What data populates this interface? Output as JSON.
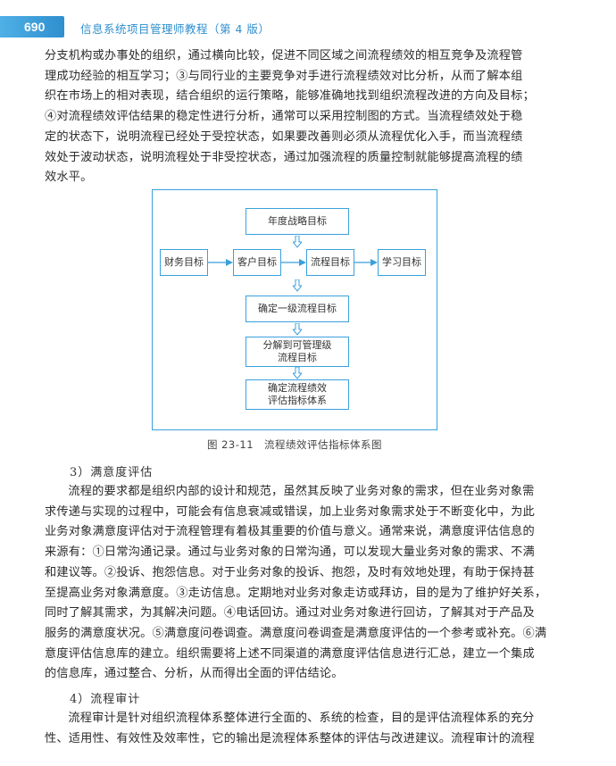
{
  "header": {
    "page_number": "690",
    "book_title": "信息系统项目管理师教程（第 4 版）"
  },
  "paragraph1": {
    "lines": [
      "分支机构或办事处的组织，通过横向比较，促进不同区域之间流程绩效的相互竞争及流程管",
      "理成功经验的相互学习；③与同行业的主要竞争对手进行流程绩效对比分析，从而了解本组",
      "织在市场上的相对表现，结合组织的运行策略，能够准确地找到组织流程改进的方向及目标；",
      "④对流程绩效评估结果的稳定性进行分析，通常可以采用控制图的方式。当流程绩效处于稳",
      "定的状态下，说明流程已经处于受控状态，如果要改善则必须从流程优化入手，而当流程绩",
      "效处于波动状态，说明流程处于非受控状态，通过加强流程的质量控制就能够提高流程的绩",
      "效水平。"
    ]
  },
  "figure": {
    "boxes": {
      "annual": "年度战略目标",
      "finance": "财务目标",
      "customer": "客户目标",
      "process": "流程目标",
      "learning": "学习目标",
      "level1": "确定一级流程目标",
      "decompose_1": "分解到可管理级",
      "decompose_2": "流程目标",
      "indicator_1": "确定流程绩效",
      "indicator_2": "评估指标体系"
    },
    "caption": "图 23-11　流程绩效评估指标体系图"
  },
  "section3": {
    "heading": "3）满意度评估",
    "lines": [
      "流程的要求都是组织内部的设计和规范，虽然其反映了业务对象的需求，但在业务对象需",
      "求传递与实现的过程中，可能会有信息衰减或错误，加上业务对象需求处于不断变化中，为此",
      "业务对象满意度评估对于流程管理有着极其重要的价值与意义。通常来说，满意度评估信息的",
      "来源有：①日常沟通记录。通过与业务对象的日常沟通，可以发现大量业务对象的需求、不满",
      "和建议等。②投诉、抱怨信息。对于业务对象的投诉、抱怨，及时有效地处理，有助于保持甚",
      "至提高业务对象满意度。③走访信息。定期地对业务对象走访或拜访，目的是为了维护好关系，",
      "同时了解其需求，为其解决问题。④电话回访。通过对业务对象进行回访，了解其对于产品及",
      "服务的满意度状况。⑤满意度问卷调查。满意度问卷调查是满意度评估的一个参考或补充。⑥满",
      "意度评估信息库的建立。组织需要将上述不同渠道的满意度评估信息进行汇总，建立一个集成",
      "的信息库，通过整合、分析，从而得出全面的评估结论。"
    ]
  },
  "section4": {
    "heading": "4）流程审计",
    "lines": [
      "流程审计是针对组织流程体系整体进行全面的、系统的检查，目的是评估流程体系的充分",
      "性、适用性、有效性及效率性，它的输出是流程体系整体的评估与改进建议。流程审计的流程"
    ]
  },
  "colors": {
    "accent": "#2f8fcf",
    "box_border": "#3aa0dc",
    "text": "#2b2b2b"
  }
}
